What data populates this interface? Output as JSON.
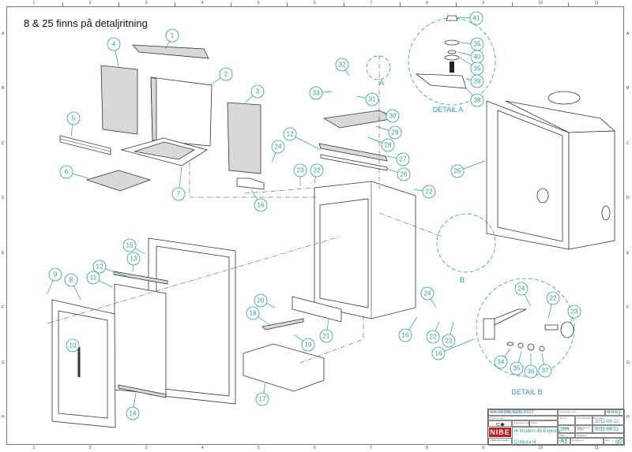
{
  "note": "8 & 25 finns på detaljritning",
  "grid": {
    "columns": [
      "1",
      "2",
      "3",
      "4",
      "5",
      "6",
      "7",
      "8",
      "9",
      "10",
      "11"
    ],
    "rows": [
      "A",
      "B",
      "C",
      "D",
      "E",
      "F",
      "G",
      "H"
    ]
  },
  "callouts": [
    "1",
    "2",
    "3",
    "4",
    "5",
    "6",
    "7",
    "8",
    "9",
    "10",
    "11",
    "12",
    "13",
    "14",
    "15",
    "16",
    "17",
    "18",
    "19",
    "20",
    "21",
    "22",
    "23",
    "24",
    "25",
    "26",
    "27",
    "28",
    "29",
    "30",
    "31",
    "32",
    "33",
    "34",
    "35",
    "36",
    "37",
    "38",
    "39",
    "40",
    "41"
  ],
  "details": {
    "a_label": "DETAIL A",
    "a_marker": "A",
    "b_label": "DETAIL B",
    "b_marker": "B",
    "a_parts": [
      "41",
      "35",
      "40",
      "35",
      "39",
      "38"
    ],
    "b_parts": [
      "24",
      "22",
      "23",
      "34",
      "35",
      "36",
      "37",
      "16"
    ]
  },
  "title_block": {
    "material_caption": "Material Quality/Specification",
    "material": "EN 10 025 S235JRG2",
    "revision_caption": "Revision note",
    "dimension_caption": "Dimension (mm)",
    "weight_caption": "Mass (kg)",
    "weight": "0,0 kg",
    "drawn_caption": "Des by",
    "checked_caption": "Des checked by",
    "rev_date_caption": "Rev date",
    "rev_date": "2011-08-22",
    "production_caption": "Production resp.",
    "status_caption": "Status",
    "designer_caption": "Designer",
    "designer": "JHR",
    "approved_caption": "Approved by",
    "approved": "PA",
    "date_caption": "Date (approved by)",
    "date": "2011-08-22",
    "brand": "NIBE",
    "brand_sub": "NIBE AB Sweden",
    "drawing_title": "i4 Modern 45 Explode",
    "product": "Contura i4",
    "scale_caption": "Scale",
    "replaces_caption": "Replaces",
    "format_caption": "Format",
    "format": "A1",
    "drawing_no_caption": "Drawing no",
    "rev_caption": "Rev",
    "rev": "- q0"
  }
}
